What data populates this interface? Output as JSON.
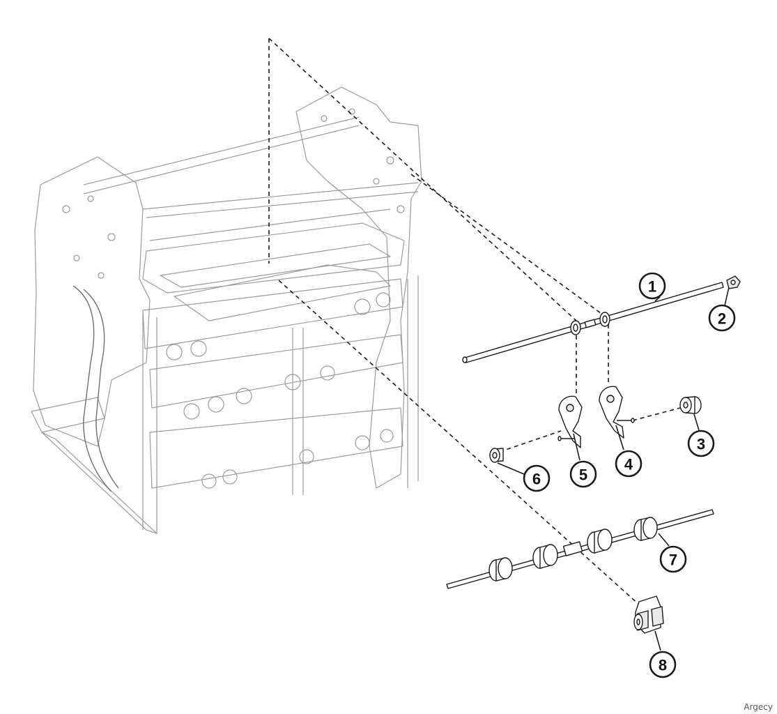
{
  "callouts": [
    "1",
    "2",
    "3",
    "4",
    "5",
    "6",
    "7",
    "8"
  ],
  "watermark": "Argecy"
}
